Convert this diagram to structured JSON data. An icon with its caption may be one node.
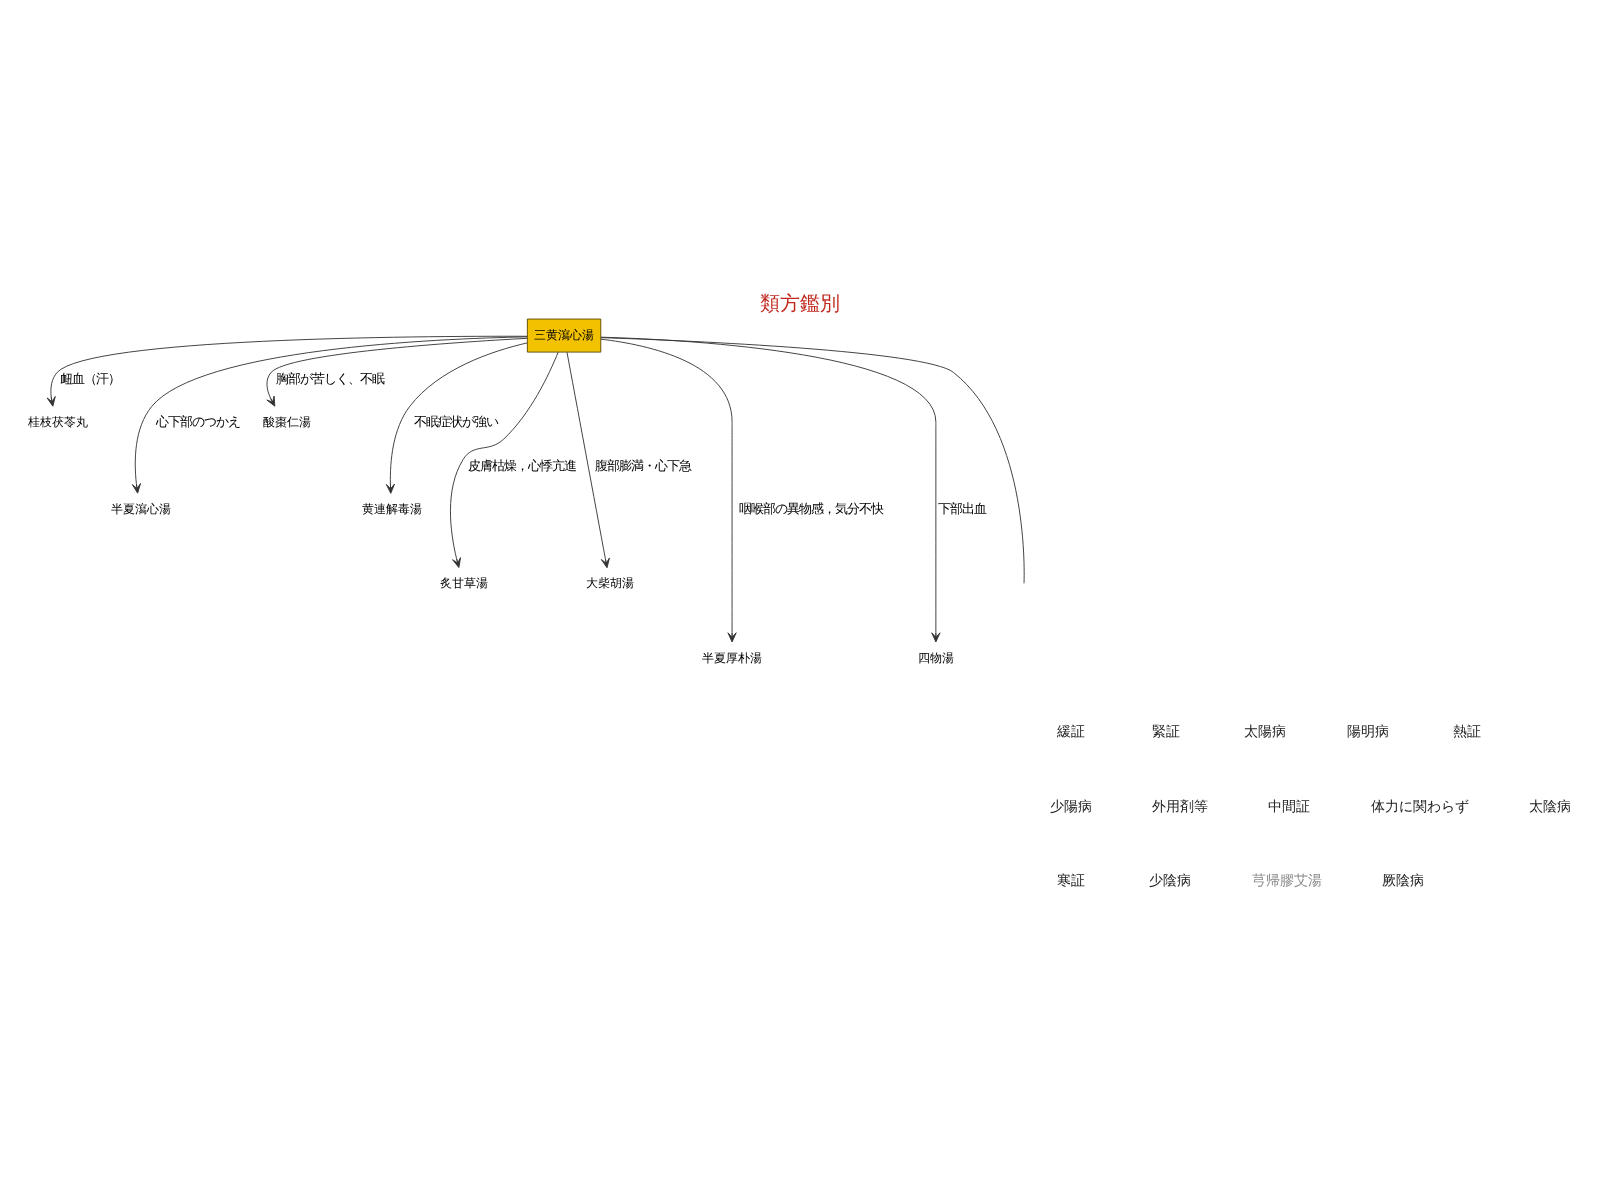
{
  "diagram": {
    "title": "類方鑑別",
    "nodes": [
      {
        "text": [
          "三黄瀉心湯"
        ]
      },
      {
        "text": [
          "桂枝茯苓丸"
        ]
      },
      {
        "text": [
          "半夏瀉心湯"
        ]
      },
      {
        "text": [
          "酸棗仁湯"
        ]
      },
      {
        "text": [
          "黄連解毒湯"
        ]
      },
      {
        "text": [
          "炙甘草湯"
        ]
      },
      {
        "text": [
          "大柴胡湯"
        ]
      },
      {
        "text": [
          "半夏厚朴湯"
        ]
      },
      {
        "text": [
          "四物湯"
        ]
      }
    ],
    "edges": [
      {
        "from": 0,
        "to": 1,
        "arrow": "to",
        "label": "衄血（汗）"
      },
      {
        "from": 0,
        "to": 2,
        "arrow": "to",
        "label": "心下部のつかえ"
      },
      {
        "from": 0,
        "to": 3,
        "arrow": "to",
        "label": "胸部が苦しく、不眠"
      },
      {
        "from": 0,
        "to": 4,
        "arrow": "to",
        "label": "不眠症状が強い"
      },
      {
        "from": 0,
        "to": 5,
        "arrow": "to",
        "label": "皮膚枯燥，心悸亢進"
      },
      {
        "from": 0,
        "to": 6,
        "arrow": "to",
        "label": "腹部膨満・心下急"
      },
      {
        "from": 0,
        "to": 7,
        "arrow": "to",
        "label": "咽喉部の異物感，気分不快"
      },
      {
        "from": 0,
        "to": 8,
        "arrow": "to",
        "label": "下部出血"
      },
      {
        "from": 0,
        "to": null,
        "arrow": "none"
      }
    ],
    "labels": [
      "緩証",
      "緊証",
      "太陽病",
      "陽明病",
      "熱証",
      "少陽病",
      "外用剤等",
      "中間証",
      "体力に関わらず",
      "太陰病",
      "寒証",
      "少陰病",
      "芎帰膠艾湯",
      "厥陰病"
    ]
  }
}
